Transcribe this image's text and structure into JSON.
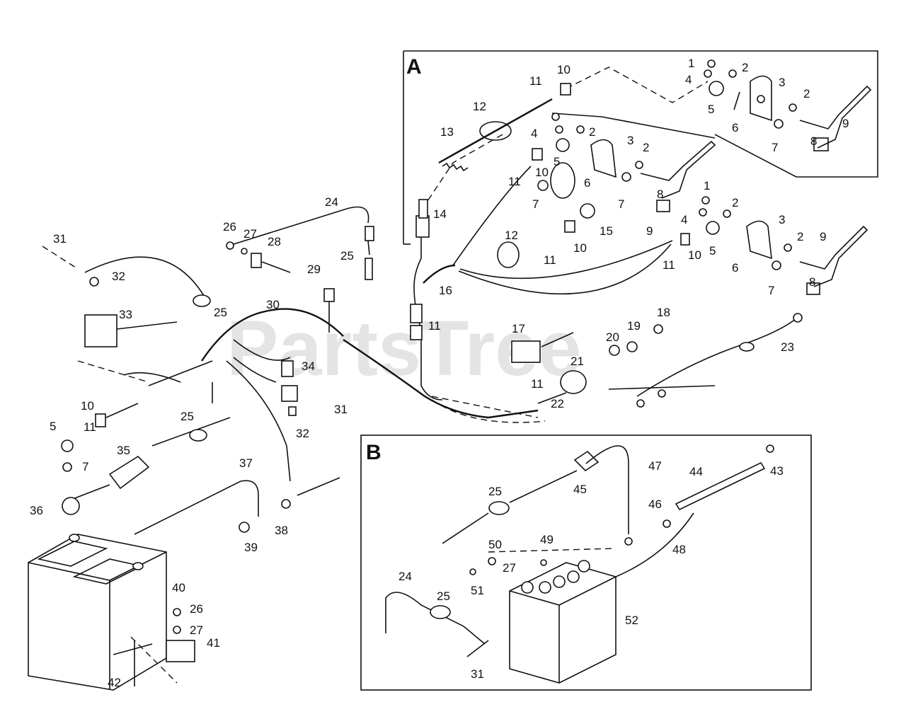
{
  "watermark": "PartsTree",
  "sections": {
    "a": "A",
    "b": "B"
  },
  "callouts": [
    {
      "id": "c1a",
      "text": "1"
    },
    {
      "id": "c2a",
      "text": "2"
    },
    {
      "id": "c3a",
      "text": "3"
    },
    {
      "id": "c2b",
      "text": "2"
    },
    {
      "id": "c4a",
      "text": "4"
    },
    {
      "id": "c5a",
      "text": "5"
    },
    {
      "id": "c6a",
      "text": "6"
    },
    {
      "id": "c7a",
      "text": "7"
    },
    {
      "id": "c8a",
      "text": "8"
    },
    {
      "id": "c9a",
      "text": "9"
    },
    {
      "id": "c10a",
      "text": "10"
    },
    {
      "id": "c11a",
      "text": "11"
    },
    {
      "id": "c12a",
      "text": "12"
    },
    {
      "id": "c13a",
      "text": "13"
    },
    {
      "id": "c4b",
      "text": "4"
    },
    {
      "id": "c2c",
      "text": "2"
    },
    {
      "id": "c3b",
      "text": "3"
    },
    {
      "id": "c2d",
      "text": "2"
    },
    {
      "id": "c5b",
      "text": "5"
    },
    {
      "id": "c10b",
      "text": "10"
    },
    {
      "id": "c11b",
      "text": "11"
    },
    {
      "id": "c6b",
      "text": "6"
    },
    {
      "id": "c7b",
      "text": "7"
    },
    {
      "id": "c7c",
      "text": "7"
    },
    {
      "id": "c8b",
      "text": "8"
    },
    {
      "id": "c9b",
      "text": "9"
    },
    {
      "id": "c14",
      "text": "14"
    },
    {
      "id": "c15",
      "text": "15"
    },
    {
      "id": "c1b",
      "text": "1"
    },
    {
      "id": "c2e",
      "text": "2"
    },
    {
      "id": "c4c",
      "text": "4"
    },
    {
      "id": "c3c",
      "text": "3"
    },
    {
      "id": "c2f",
      "text": "2"
    },
    {
      "id": "c9c",
      "text": "9"
    },
    {
      "id": "c5c",
      "text": "5"
    },
    {
      "id": "c10c",
      "text": "10"
    },
    {
      "id": "c6c",
      "text": "6"
    },
    {
      "id": "c11c",
      "text": "11"
    },
    {
      "id": "c7d",
      "text": "7"
    },
    {
      "id": "c8c",
      "text": "8"
    },
    {
      "id": "c12b",
      "text": "12"
    },
    {
      "id": "c10d",
      "text": "10"
    },
    {
      "id": "c11d",
      "text": "11"
    },
    {
      "id": "c16",
      "text": "16"
    },
    {
      "id": "c11e",
      "text": "11"
    },
    {
      "id": "c31a",
      "text": "31"
    },
    {
      "id": "c32a",
      "text": "32"
    },
    {
      "id": "c33",
      "text": "33"
    },
    {
      "id": "c26a",
      "text": "26"
    },
    {
      "id": "c27a",
      "text": "27"
    },
    {
      "id": "c28",
      "text": "28"
    },
    {
      "id": "c24a",
      "text": "24"
    },
    {
      "id": "c25a",
      "text": "25"
    },
    {
      "id": "c29",
      "text": "29"
    },
    {
      "id": "c25b",
      "text": "25"
    },
    {
      "id": "c30",
      "text": "30"
    },
    {
      "id": "c34",
      "text": "34"
    },
    {
      "id": "c31b",
      "text": "31"
    },
    {
      "id": "c32b",
      "text": "32"
    },
    {
      "id": "c17",
      "text": "17"
    },
    {
      "id": "c18",
      "text": "18"
    },
    {
      "id": "c19",
      "text": "19"
    },
    {
      "id": "c20",
      "text": "20"
    },
    {
      "id": "c23",
      "text": "23"
    },
    {
      "id": "c21",
      "text": "21"
    },
    {
      "id": "c11f",
      "text": "11"
    },
    {
      "id": "c22",
      "text": "22"
    },
    {
      "id": "c10e",
      "text": "10"
    },
    {
      "id": "c5d",
      "text": "5"
    },
    {
      "id": "c11g",
      "text": "11"
    },
    {
      "id": "c7e",
      "text": "7"
    },
    {
      "id": "c25c",
      "text": "25"
    },
    {
      "id": "c35",
      "text": "35"
    },
    {
      "id": "c37",
      "text": "37"
    },
    {
      "id": "c36",
      "text": "36"
    },
    {
      "id": "c38",
      "text": "38"
    },
    {
      "id": "c39",
      "text": "39"
    },
    {
      "id": "c40",
      "text": "40"
    },
    {
      "id": "c26b",
      "text": "26"
    },
    {
      "id": "c27b",
      "text": "27"
    },
    {
      "id": "c41",
      "text": "41"
    },
    {
      "id": "c42",
      "text": "42"
    },
    {
      "id": "c47",
      "text": "47"
    },
    {
      "id": "c44",
      "text": "44"
    },
    {
      "id": "c43",
      "text": "43"
    },
    {
      "id": "c45",
      "text": "45"
    },
    {
      "id": "c25d",
      "text": "25"
    },
    {
      "id": "c46",
      "text": "46"
    },
    {
      "id": "c50",
      "text": "50"
    },
    {
      "id": "c49",
      "text": "49"
    },
    {
      "id": "c48",
      "text": "48"
    },
    {
      "id": "c27c",
      "text": "27"
    },
    {
      "id": "c51",
      "text": "51"
    },
    {
      "id": "c24b",
      "text": "24"
    },
    {
      "id": "c25e",
      "text": "25"
    },
    {
      "id": "c52",
      "text": "52"
    },
    {
      "id": "c31c",
      "text": "31"
    }
  ]
}
